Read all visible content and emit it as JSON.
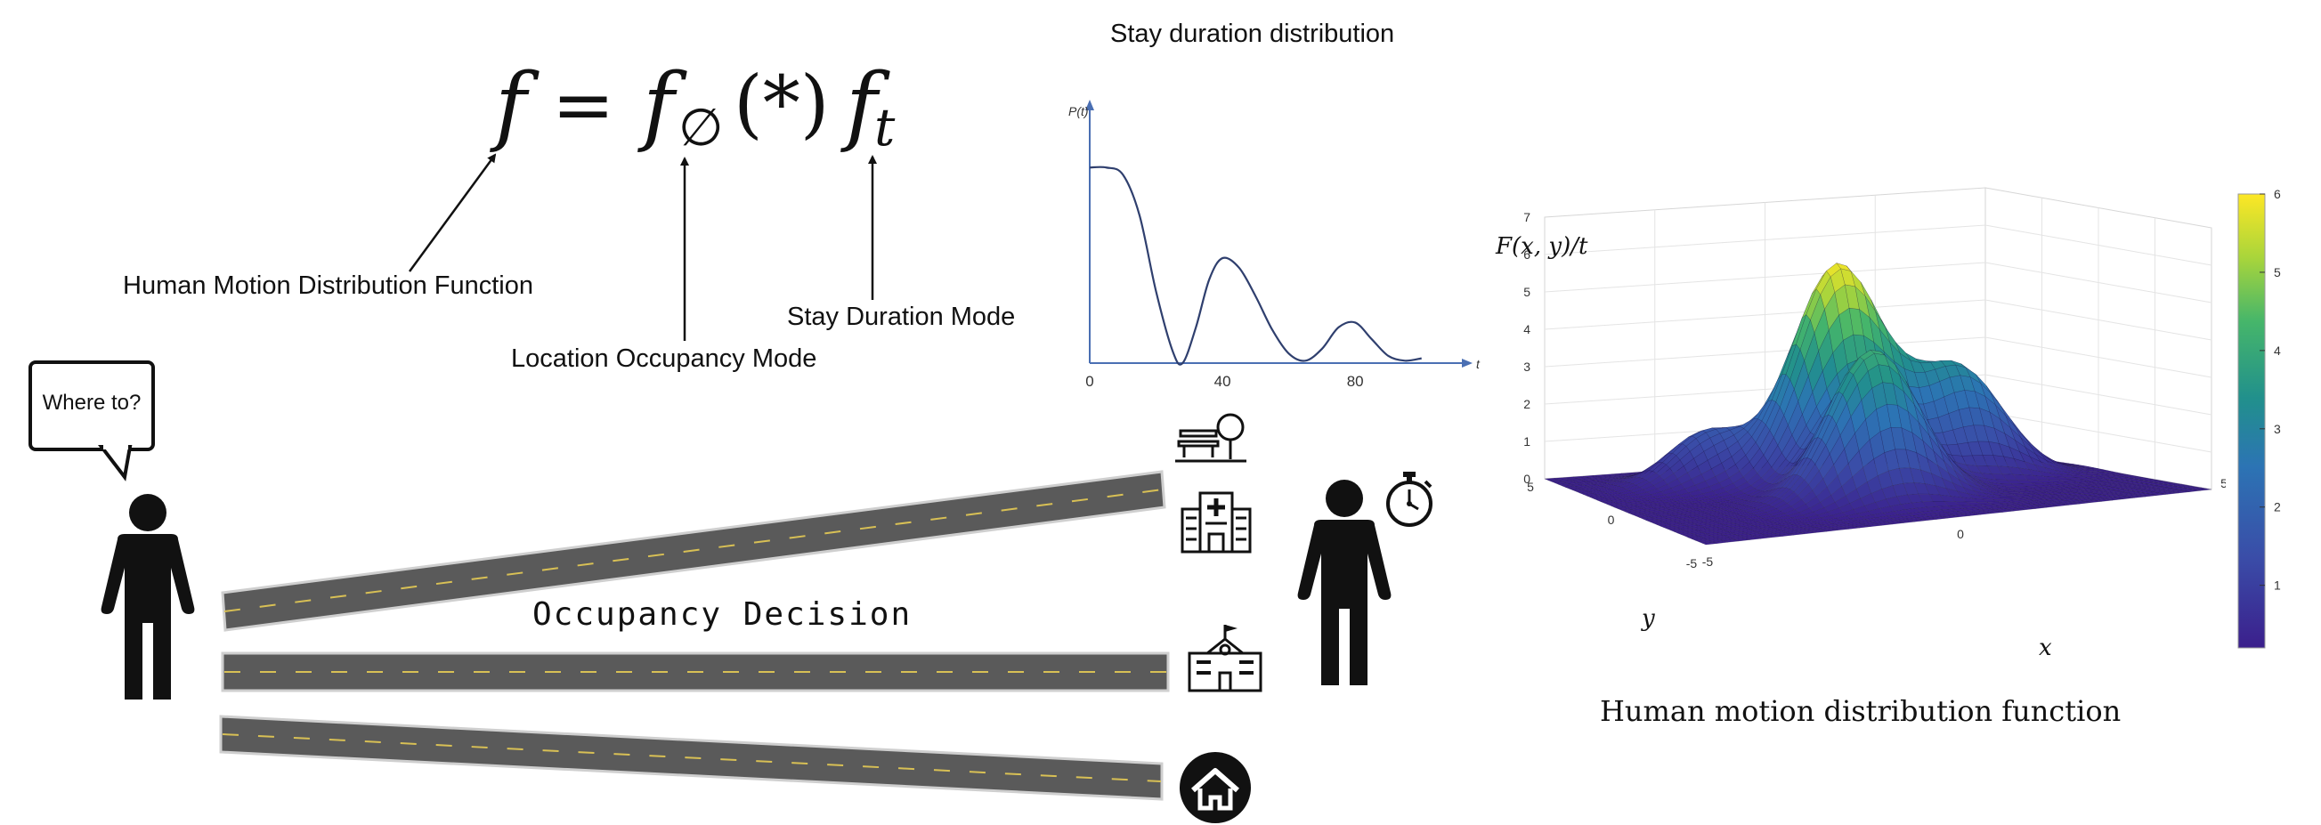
{
  "equation": {
    "lhs": "f",
    "equals": "=",
    "f1": "f",
    "f1_sub": "∅",
    "op": "(*)",
    "f2": "f",
    "f2_sub": "t"
  },
  "labels": {
    "human_motion": "Human Motion Distribution Function",
    "location_occupancy": "Location Occupancy Mode",
    "stay_duration": "Stay Duration Mode",
    "occupancy_decision": "Occupancy Decision",
    "speech": "Where to?"
  },
  "stay_chart": {
    "title": "Stay duration distribution",
    "ylabel": "P(t)",
    "xlabel": "t",
    "x_ticks": [
      "0",
      "40",
      "80"
    ],
    "chart_data": {
      "type": "line",
      "title": "Stay duration distribution",
      "xlabel": "t",
      "ylabel": "P(t)",
      "x": [
        0,
        5,
        10,
        15,
        20,
        25,
        28,
        32,
        36,
        40,
        45,
        50,
        55,
        60,
        65,
        70,
        75,
        80,
        85,
        90,
        95,
        100
      ],
      "y": [
        0.82,
        0.82,
        0.79,
        0.62,
        0.3,
        0.05,
        0.0,
        0.15,
        0.35,
        0.44,
        0.4,
        0.28,
        0.14,
        0.04,
        0.01,
        0.06,
        0.15,
        0.17,
        0.1,
        0.03,
        0.01,
        0.02
      ]
    }
  },
  "surface_plot": {
    "zlabel": "F(x, y)/t",
    "xlabel": "x",
    "ylabel": "y",
    "caption": "Human motion distribution function",
    "z_ticks": [
      "0",
      "1",
      "2",
      "3",
      "4",
      "5",
      "6",
      "7"
    ],
    "x_ticks": [
      "-5",
      "0",
      "5"
    ],
    "y_ticks": [
      "5",
      "0",
      "-5"
    ],
    "colorbar_ticks": [
      "1",
      "2",
      "3",
      "4",
      "5",
      "6"
    ],
    "colors": {
      "low": "#3b1f8c",
      "mid": "#21908c",
      "high": "#fde725"
    }
  },
  "icons": [
    "park-bench-icon",
    "hospital-icon",
    "school-icon",
    "home-icon",
    "stopwatch-icon",
    "person-icon"
  ],
  "colors": {
    "road": "#5a5a5a",
    "road_edge": "#cfcfcf",
    "lane": "#d8c055",
    "axis_blue": "#4a6fb3"
  }
}
